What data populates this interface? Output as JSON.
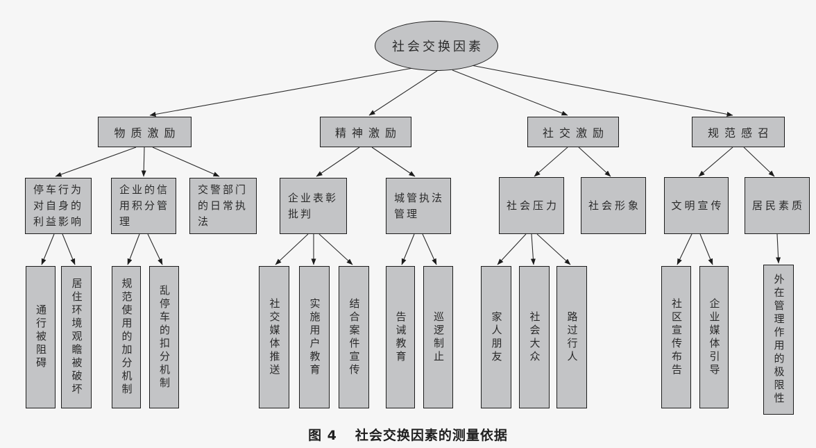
{
  "diagram": {
    "root": {
      "label": "社会交换因素"
    },
    "l2": [
      {
        "label": "物质激励"
      },
      {
        "label": "精神激励"
      },
      {
        "label": "社交激励"
      },
      {
        "label": "规范感召"
      }
    ],
    "l3": [
      {
        "label": "停车行为对自身的利益影响"
      },
      {
        "label": "企业的信用积分管理"
      },
      {
        "label": "交警部门的日常执法"
      },
      {
        "label": "企业表彰批判"
      },
      {
        "label": "城管执法管理"
      },
      {
        "label": "社会压力"
      },
      {
        "label": "社会形象"
      },
      {
        "label": "文明宣传"
      },
      {
        "label": "居民素质"
      }
    ],
    "l4": [
      {
        "label": "通行被阻碍"
      },
      {
        "label": "居住环境观瞻被破坏"
      },
      {
        "label": "规范使用的加分机制"
      },
      {
        "label": "乱停车的扣分机制"
      },
      {
        "label": "社交媒体推送"
      },
      {
        "label": "实施用户教育"
      },
      {
        "label": "结合案件宣传"
      },
      {
        "label": "告诫教育"
      },
      {
        "label": "巡逻制止"
      },
      {
        "label": "家人朋友"
      },
      {
        "label": "社会大众"
      },
      {
        "label": "路过行人"
      },
      {
        "label": "社区宣传布告"
      },
      {
        "label": "企业媒体引导"
      },
      {
        "label": "外在管理作用的极限性"
      }
    ],
    "hierarchy": {
      "社会交换因素": {
        "物质激励": {
          "停车行为对自身的利益影响": [
            "通行被阻碍",
            "居住环境观瞻被破坏"
          ],
          "企业的信用积分管理": [
            "规范使用的加分机制",
            "乱停车的扣分机制"
          ],
          "交警部门的日常执法": []
        },
        "精神激励": {
          "企业表彰批判": [
            "社交媒体推送",
            "实施用户教育",
            "结合案件宣传"
          ],
          "城管执法管理": [
            "告诫教育",
            "巡逻制止"
          ]
        },
        "社交激励": {
          "社会压力": [
            "家人朋友",
            "社会大众",
            "路过行人"
          ],
          "社会形象": []
        },
        "规范感召": {
          "文明宣传": [
            "社区宣传布告",
            "企业媒体引导"
          ],
          "居民素质": [
            "外在管理作用的极限性"
          ]
        }
      }
    },
    "colors": {
      "node_fill": "#c3c4c6",
      "node_border": "#1c1c1c",
      "background": "#f6f6f6",
      "line": "#2b2b2b"
    }
  },
  "caption": {
    "prefix": "图 4",
    "title": "社会交换因素的测量依据"
  }
}
